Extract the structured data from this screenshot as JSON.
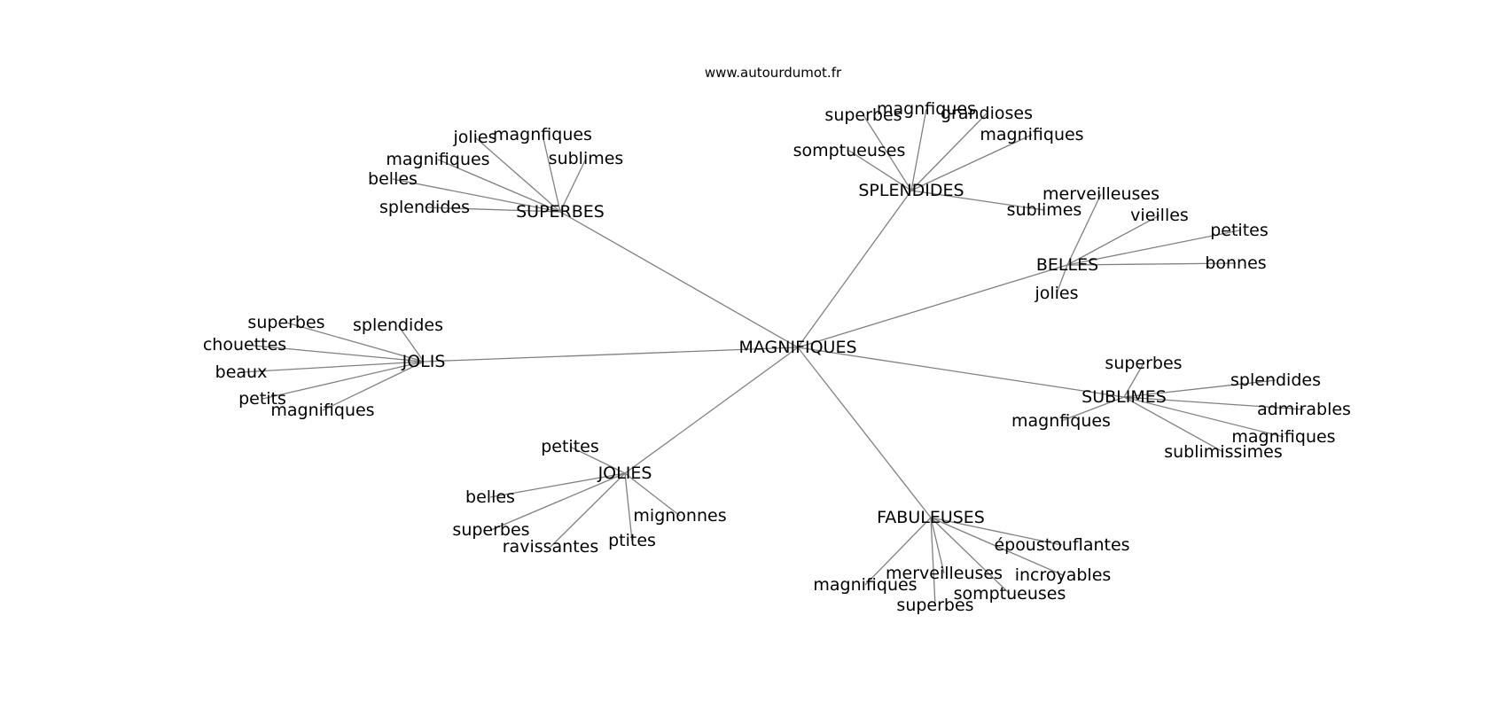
{
  "source": "www.autourdumot.fr",
  "colors": {
    "edge": "#808080",
    "text": "#000000",
    "background": "#ffffff"
  },
  "graph": {
    "center": "MAGNIFIQUES",
    "clusters": [
      {
        "hub": "SUPERBES",
        "leaves": [
          "jolies",
          "magnfiques",
          "sublimes",
          "magnifiques",
          "belles",
          "splendides"
        ]
      },
      {
        "hub": "SPLENDIDES",
        "leaves": [
          "superbes",
          "magnfiques",
          "grandioses",
          "magnifiques",
          "somptueuses",
          "sublimes"
        ]
      },
      {
        "hub": "BELLES",
        "leaves": [
          "merveilleuses",
          "vieilles",
          "petites",
          "bonnes",
          "jolies"
        ]
      },
      {
        "hub": "JOLIS",
        "leaves": [
          "superbes",
          "splendides",
          "chouettes",
          "beaux",
          "petits",
          "magnifiques"
        ]
      },
      {
        "hub": "SUBLIMES",
        "leaves": [
          "superbes",
          "splendides",
          "admirables",
          "magnifiques",
          "sublimissimes",
          "magnfiques"
        ]
      },
      {
        "hub": "JOLIES",
        "leaves": [
          "petites",
          "belles",
          "superbes",
          "ravissantes",
          "ptites",
          "mignonnes"
        ]
      },
      {
        "hub": "FABULEUSES",
        "leaves": [
          "époustouflantes",
          "incroyables",
          "merveilleuses",
          "somptueuses",
          "superbes",
          "magnifiques"
        ]
      }
    ]
  }
}
